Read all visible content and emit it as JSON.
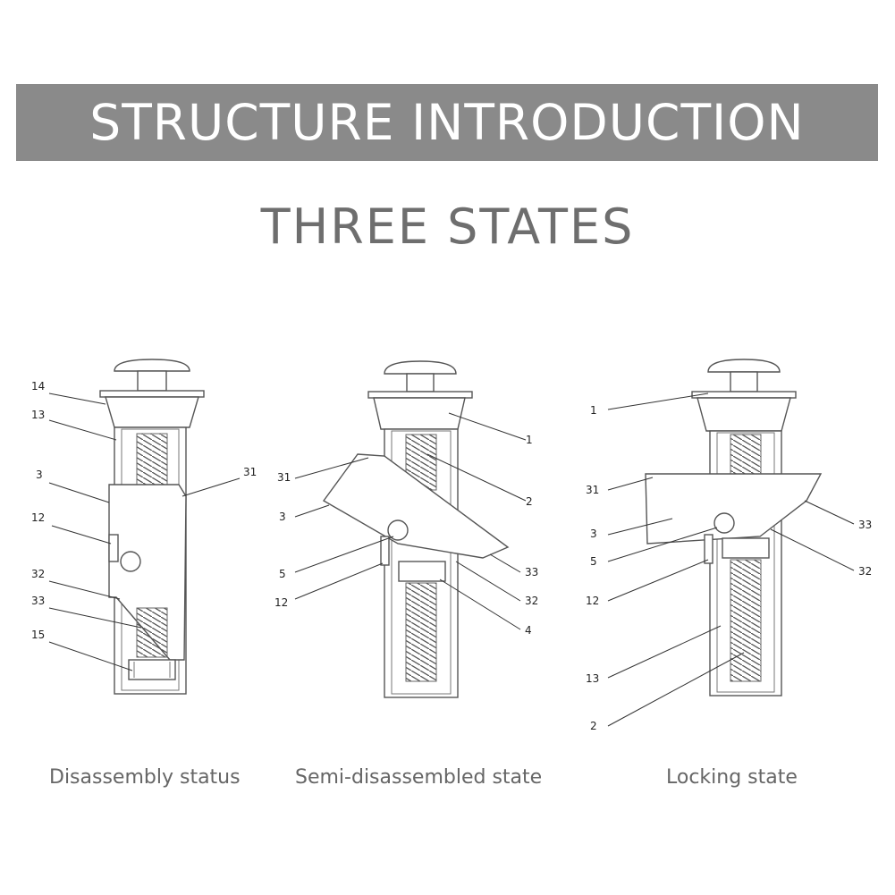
{
  "header": {
    "title": "STRUCTURE INTRODUCTION"
  },
  "subtitle": "THREE STATES",
  "captions": {
    "left": "Disassembly status",
    "middle": "Semi-disassembled state",
    "right": "Locking state"
  },
  "callouts": {
    "left": [
      "14",
      "13",
      "3",
      "31",
      "12",
      "32",
      "33",
      "15"
    ],
    "middle": [
      "1",
      "2",
      "31",
      "3",
      "5",
      "12",
      "33",
      "32",
      "4"
    ],
    "right": [
      "1",
      "31",
      "3",
      "33",
      "5",
      "32",
      "12",
      "13",
      "2"
    ]
  }
}
